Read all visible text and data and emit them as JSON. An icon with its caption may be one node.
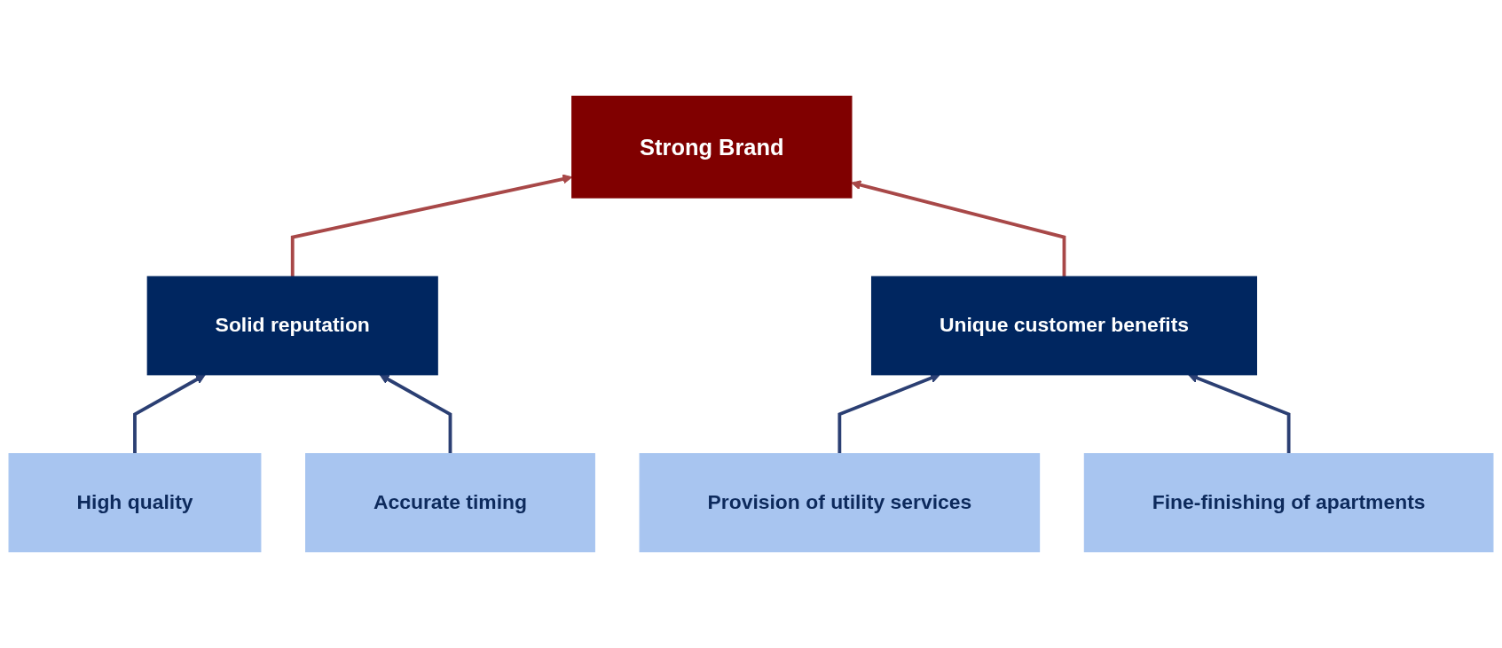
{
  "diagram": {
    "nodes": [
      {
        "text": [
          "Strong Brand"
        ]
      },
      {
        "text": [
          "Solid reputation"
        ]
      },
      {
        "text": [
          "Unique customer benefits"
        ]
      },
      {
        "text": [
          "High quality"
        ]
      },
      {
        "text": [
          "Accurate timing"
        ]
      },
      {
        "text": [
          "Provision of utility services"
        ]
      },
      {
        "text": [
          "Fine-finishing of apartments"
        ]
      }
    ],
    "edges": [
      {
        "from": 1,
        "to": 0,
        "arrow": "to",
        "color": "#a84848"
      },
      {
        "from": 2,
        "to": 0,
        "arrow": "to",
        "color": "#a84848"
      },
      {
        "from": 3,
        "to": 1,
        "arrow": "to"
      },
      {
        "from": 4,
        "to": 1,
        "arrow": "to"
      },
      {
        "from": 5,
        "to": 2,
        "arrow": "to"
      },
      {
        "from": 6,
        "to": 2,
        "arrow": "to"
      }
    ]
  }
}
